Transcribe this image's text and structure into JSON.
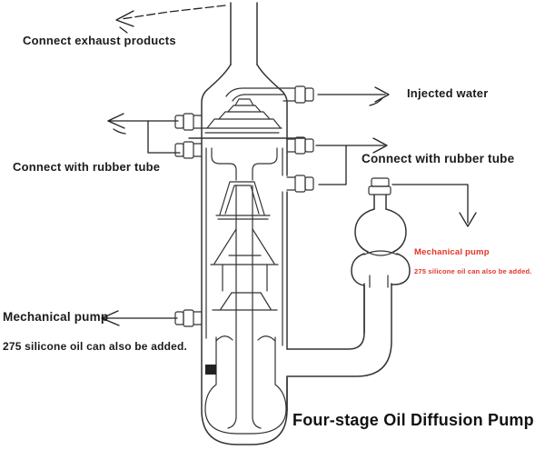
{
  "title": "Four-stage Oil Diffusion Pump",
  "labels": {
    "exhaust": "Connect exhaust products",
    "injected_water": "Injected water",
    "rubber_tube_left": "Connect with rubber tube",
    "rubber_tube_right": "Connect with rubber tube",
    "mechanical_pump_left": "Mechanical pump",
    "silicone_oil_left": "275 silicone oil can also be added.",
    "mechanical_pump_right": "Mechanical pump",
    "silicone_oil_right": "275 silicone oil can also be added."
  },
  "colors": {
    "line": "#333333",
    "label_black": "#1b1b1b",
    "label_red": "#e03427",
    "background": "#ffffff"
  }
}
